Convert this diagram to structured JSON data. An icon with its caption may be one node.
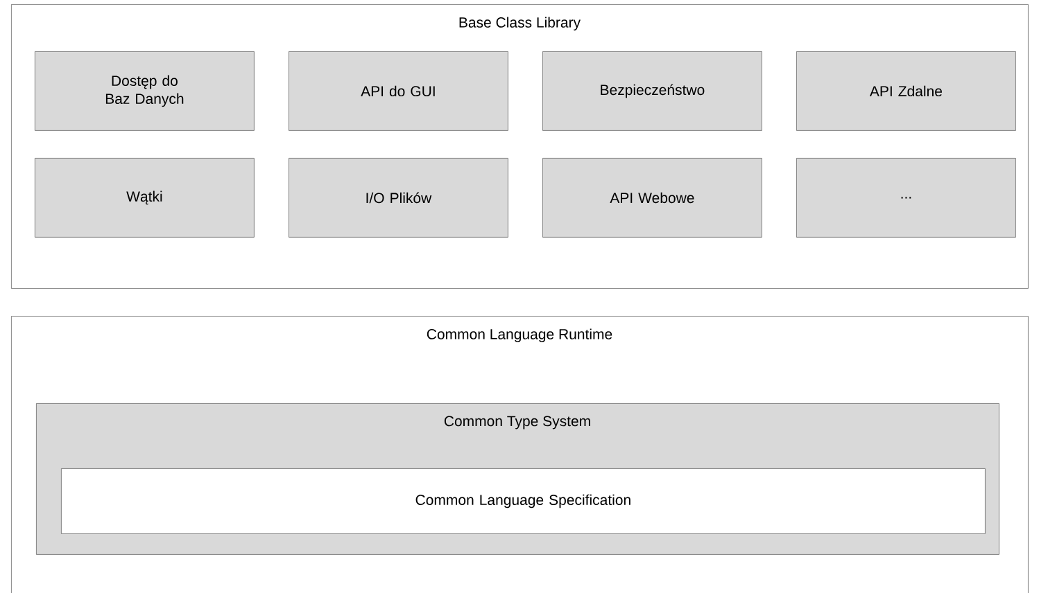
{
  "diagram": {
    "nodes": [
      {
        "text": [
          "Base Class Library"
        ]
      },
      {
        "text": [
          "Dostęp do Baz Danych"
        ],
        "in": 0
      },
      {
        "text": [
          "API do GUI"
        ],
        "in": 0
      },
      {
        "text": [
          "Bezpieczeństwo"
        ],
        "in": 0
      },
      {
        "text": [
          "API Zdalne"
        ],
        "in": 0
      },
      {
        "text": [
          "Wątki"
        ],
        "in": 0
      },
      {
        "text": [
          "I/O Plików"
        ],
        "in": 0
      },
      {
        "text": [
          "API Webowe"
        ],
        "in": 0
      },
      {
        "text": [
          "..."
        ],
        "in": 0
      },
      {
        "text": [
          "Common Language Runtime"
        ]
      },
      {
        "text": [
          "Common Type System"
        ],
        "in": 9
      },
      {
        "text": [
          "Common Language Specification"
        ],
        "in": 10
      }
    ]
  }
}
